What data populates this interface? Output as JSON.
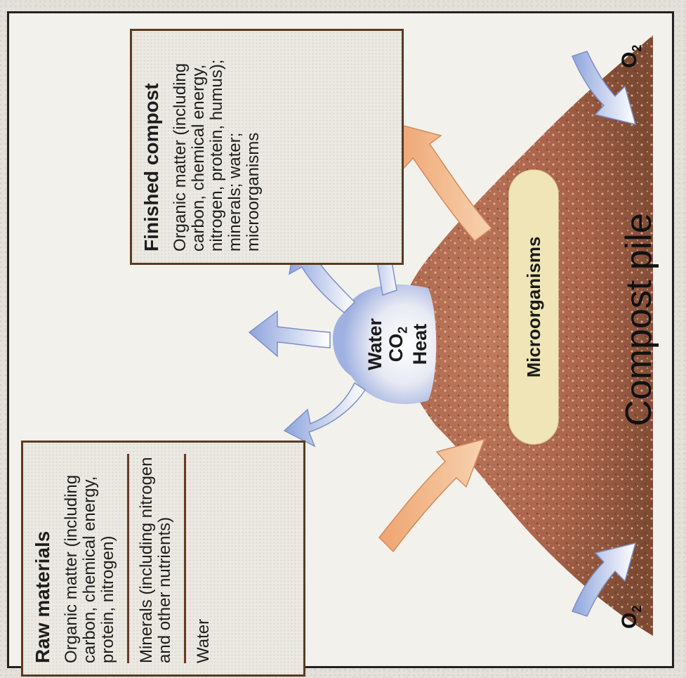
{
  "raw_materials": {
    "title": "Raw materials",
    "organic": "Organic matter (including carbon, chemical energy, protein, nitrogen)",
    "minerals": "Minerals (including nitrogen and other nutrients)",
    "water": "Water"
  },
  "finished_compost": {
    "title": "Finished compost",
    "content": "Organic matter (including carbon, chemical energy, nitrogen, protein, humus); minerals; water; microorganisms"
  },
  "steam": {
    "water": "Water",
    "co2": "CO",
    "co2_sub": "2",
    "heat": "Heat"
  },
  "oxygen": {
    "symbol": "O",
    "sub": "2"
  },
  "microorganisms": "Microorganisms",
  "pile_label": "Compost pile",
  "colors": {
    "pile": "#a9634a",
    "pile_dark": "#7d4a33",
    "input_arrow": "#f1b483",
    "gas_arrow": "#9fb1e0",
    "box_border": "#5b3a22"
  }
}
